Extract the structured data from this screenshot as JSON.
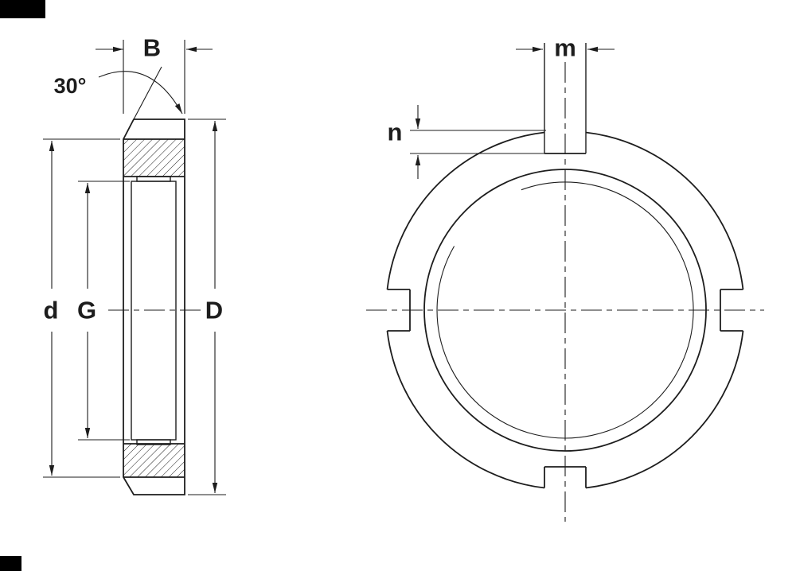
{
  "drawing": {
    "background_color": "#ffffff",
    "line_color": "#1d1d1d",
    "subject": "slotted round locknut - section view and front view",
    "views": {
      "section": {
        "title": "cross-section view",
        "labels": {
          "thickness": "B",
          "chamfer_angle": "30°",
          "bore_diameter": "d",
          "groove_diameter": "G",
          "outer_diameter": "D"
        }
      },
      "front": {
        "title": "front view",
        "labels": {
          "slot_width": "m",
          "slot_depth": "n"
        }
      }
    }
  }
}
